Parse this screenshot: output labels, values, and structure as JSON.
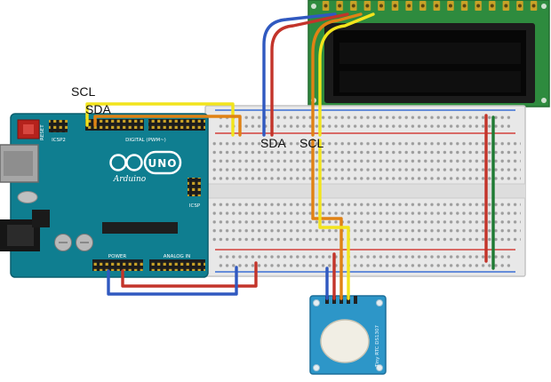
{
  "labels": {
    "scl_arduino": "SCL",
    "sda_arduino": "SDA",
    "sda_bus": "SDA",
    "scl_bus": "SCL"
  },
  "arduino": {
    "brand": "Arduino",
    "model": "UNO",
    "reset": "RESET",
    "icsp2": "ICSP2",
    "icsp": "ICSP",
    "digital_header": "DIGITAL (PWM~)",
    "power_header": "POWER",
    "analog_header": "ANALOG IN"
  },
  "rtc": {
    "name": "Tiny RTC  DS1307"
  },
  "colors": {
    "arduino_board": "#0f7e90",
    "breadboard": "#e8e8e8",
    "lcd_pcb": "#2e8b3e",
    "lcd_screen": "#070707",
    "rtc_board": "#2d96c8",
    "battery": "#f1eee4",
    "wire_yellow": "#f2e41c",
    "wire_orange": "#e08214",
    "wire_red": "#c3342a",
    "wire_blue": "#3059c0",
    "wire_green": "#1e7a33",
    "rail_red": "#d2403a",
    "rail_blue": "#3b6fd4"
  }
}
